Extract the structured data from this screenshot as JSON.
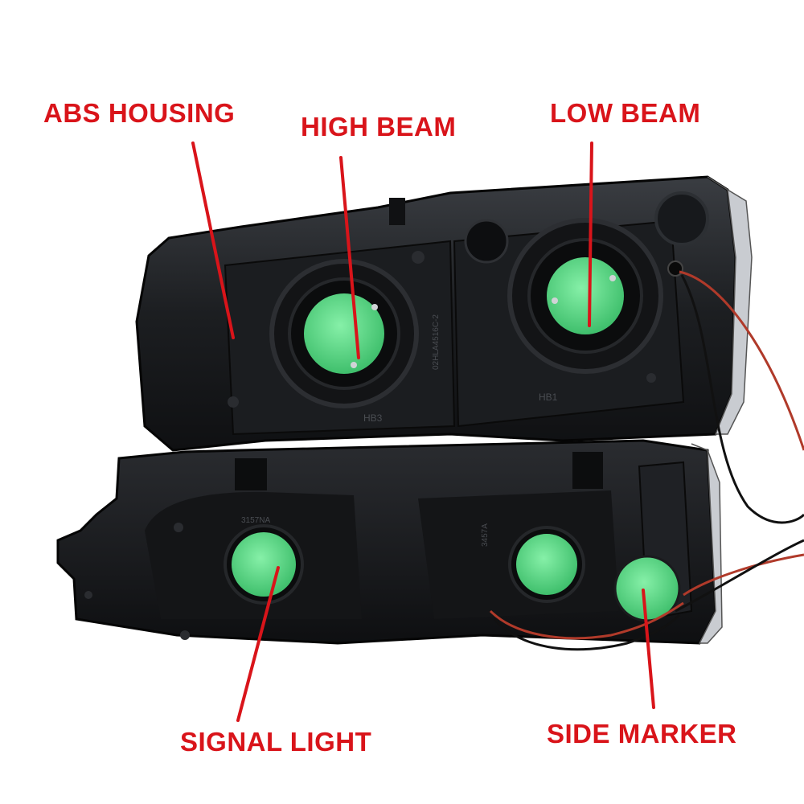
{
  "colors": {
    "label_red": "#d9141a",
    "housing_black": "#16181b",
    "bulb_socket_green": "#5fd98a",
    "wire_red": "#b03a2a",
    "wire_black": "#111111"
  },
  "labels": {
    "abs_housing": "ABS HOUSING",
    "high_beam": "HIGH BEAM",
    "low_beam": "LOW BEAM",
    "signal_light": "SIGNAL LIGHT",
    "side_marker": "SIDE MARKER"
  },
  "part_markings": {
    "high_beam_bulb": "HB3",
    "low_beam_bulb": "HB1",
    "headlamp_part_no": "02HLA4516C-2",
    "signal_bulb": "3457A",
    "signal_bulb_2": "3157NA"
  }
}
